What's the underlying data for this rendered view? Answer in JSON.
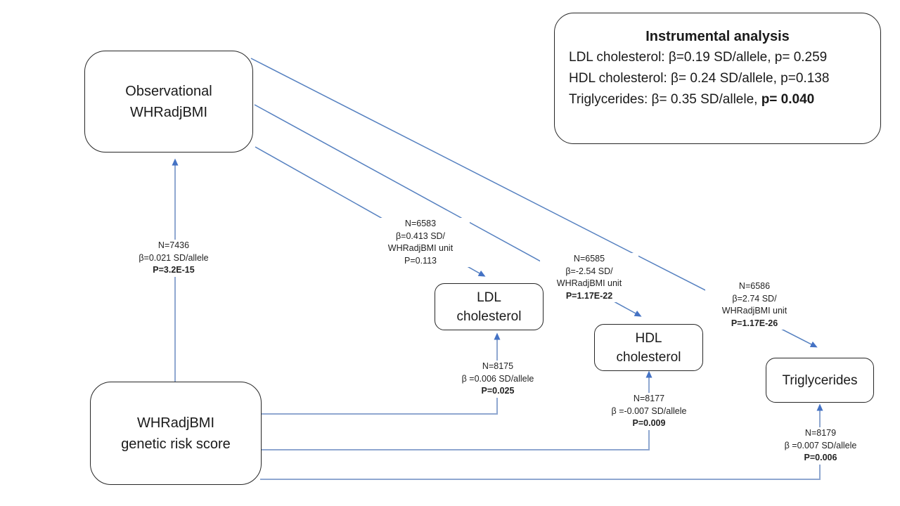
{
  "nodes": {
    "observational": {
      "line1": "Observational",
      "line2": "WHRadjBMI"
    },
    "genetic_risk_score": {
      "line1": "WHRadjBMI",
      "line2": "genetic risk score"
    },
    "ldl": {
      "line1": "LDL",
      "line2": "cholesterol"
    },
    "hdl": {
      "line1": "HDL",
      "line2": "cholesterol"
    },
    "triglycerides": {
      "line1": "Triglycerides"
    }
  },
  "instrumental_analysis": {
    "title": "Instrumental analysis",
    "lines": [
      {
        "text": "LDL cholesterol: β=0.19 SD/allele, p= 0.259",
        "bold": ""
      },
      {
        "text": "HDL cholesterol: β= 0.24 SD/allele, p=0.138",
        "bold": ""
      },
      {
        "text": "Triglycerides: β= 0.35 SD/allele, ",
        "bold": "p= 0.040"
      }
    ]
  },
  "edge_labels": {
    "grs_to_observational": {
      "n": "N=7436",
      "beta": "β=0.021 SD/allele",
      "p": "P=3.2E-15"
    },
    "observational_to_ldl": {
      "n": "N=6583",
      "beta": "β=0.413 SD/",
      "unit": "WHRadjBMI unit",
      "p": "P=0.113"
    },
    "observational_to_hdl": {
      "n": "N=6585",
      "beta": "β=-2.54 SD/",
      "unit": "WHRadjBMI unit",
      "p": "P=1.17E-22"
    },
    "observational_to_trig": {
      "n": "N=6586",
      "beta": "β=2.74 SD/",
      "unit": "WHRadjBMI unit",
      "p": "P=1.17E-26"
    },
    "grs_to_ldl": {
      "n": "N=8175",
      "beta": "β =0.006 SD/allele",
      "p": "P=0.025"
    },
    "grs_to_hdl": {
      "n": "N=8177",
      "beta": "β =-0.007 SD/allele",
      "p": "P=0.009"
    },
    "grs_to_trig": {
      "n": "N=8179",
      "beta": "β =0.007 SD/allele",
      "p": "P=0.006"
    }
  },
  "colors": {
    "arrowhead_blue": "#4472c4",
    "diagonal_line": "#5580c0",
    "soft_connector": "#8fa7d0",
    "box_border": "#262626"
  }
}
